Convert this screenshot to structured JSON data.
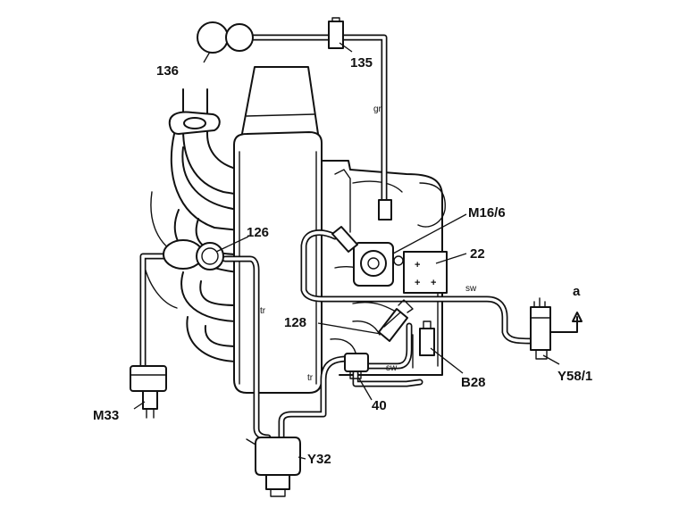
{
  "callouts": {
    "c136": "136",
    "c135": "135",
    "cM16_6": "M16/6",
    "c22": "22",
    "c126": "126",
    "c128": "128",
    "cB28": "B28",
    "cY58_1": "Y58/1",
    "c40": "40",
    "cM33": "M33",
    "cY32": "Y32",
    "ca": "a"
  },
  "wire_tags": {
    "gr": "gr",
    "sw_top": "sw",
    "sw_low": "sw",
    "tr_left": "tr",
    "tr_right": "tr"
  }
}
